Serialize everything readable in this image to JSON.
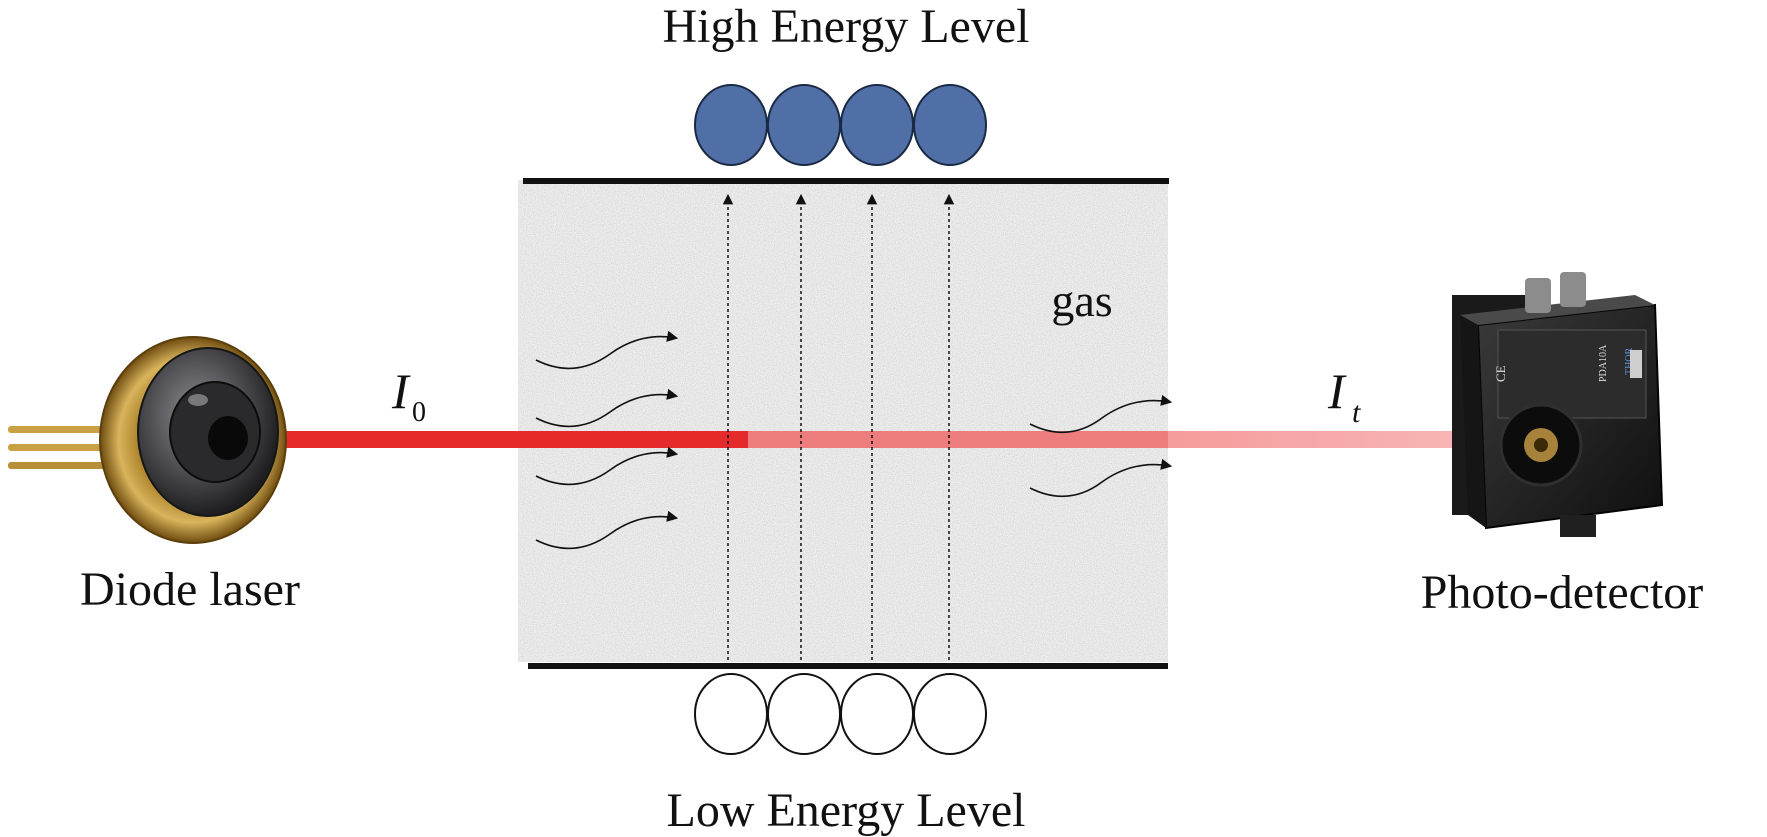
{
  "labels": {
    "high_energy": "High Energy Level",
    "low_energy": "Low Energy Level",
    "gas": "gas",
    "source": "Diode laser",
    "detector": "Photo-detector",
    "intensity_in_symbol": "I",
    "intensity_in_subscript": "0",
    "intensity_out_symbol": "I",
    "intensity_out_subscript": "t"
  },
  "detector_device_marks": {
    "ce_mark": "CE",
    "brand": "THOR",
    "model": "PDA10A"
  },
  "colors": {
    "laser_beam": "#e42a2a",
    "laser_beam_transmitted": "#f7a7a7",
    "excited_molecule": "#4f6fa6",
    "ground_molecule": "#ffffff",
    "energy_level_line": "#111111",
    "gas_cell": "#eeeeee"
  },
  "excited_molecule_count": 4,
  "ground_molecule_count": 4,
  "excitation_arrow_count": 4,
  "gas_flow_arrows_left_count": 4,
  "gas_flow_arrows_right_count": 2,
  "icons": {
    "source_device": "diode-laser-icon",
    "detector_device": "photodetector-icon"
  }
}
